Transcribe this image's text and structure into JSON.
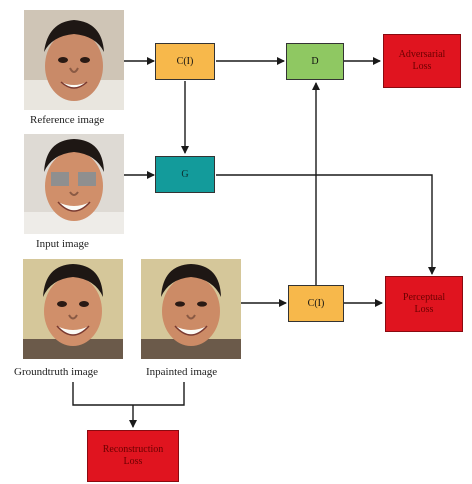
{
  "images": {
    "reference": {
      "caption": "Reference image"
    },
    "input": {
      "caption": "Input image"
    },
    "groundtruth": {
      "caption": "Groundtruth image"
    },
    "inpainted": {
      "caption": "Inpainted image"
    }
  },
  "nodes": {
    "c_top": {
      "label": "C(I)"
    },
    "d": {
      "label": "D"
    },
    "g": {
      "label": "G"
    },
    "c_bottom": {
      "label": "C(I)"
    },
    "adversarial_loss": {
      "line1": "Adversarial",
      "line2": "Loss"
    },
    "perceptual_loss": {
      "line1": "Perceptual",
      "line2": "Loss"
    },
    "reconstruction_loss": {
      "line1": "Reconstruction",
      "line2": "Loss"
    }
  },
  "colors": {
    "feature_extractor": "#f7b84b",
    "discriminator": "#8fc862",
    "generator": "#139b9b",
    "loss": "#e0141f",
    "arrow": "#1a1a1a"
  }
}
